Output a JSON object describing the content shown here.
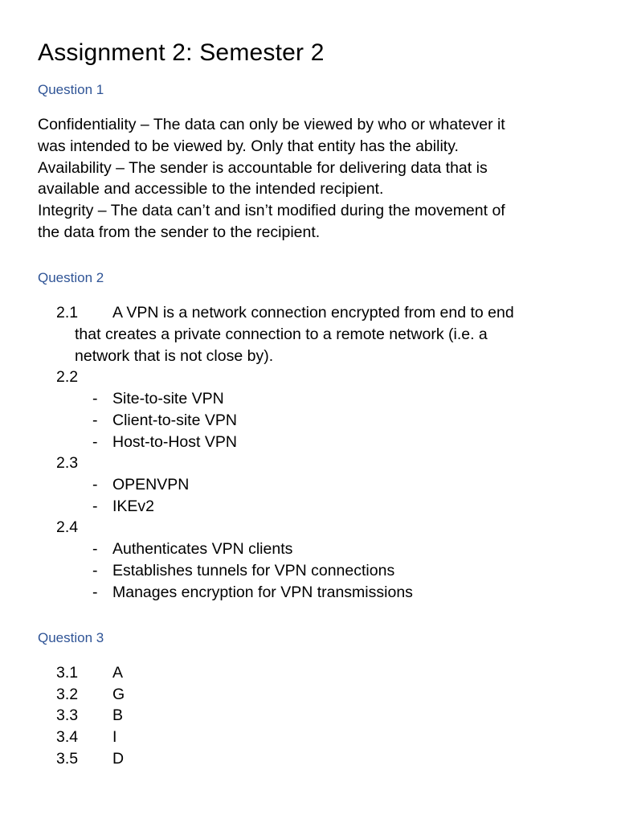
{
  "document": {
    "title": "Assignment 2: Semester 2"
  },
  "q1": {
    "heading": "Question 1",
    "lines": [
      "Confidentiality – The data can only be viewed by who or whatever it",
      "was intended to be viewed by. Only that entity has the ability.",
      "Availability – The sender is accountable for delivering data that is",
      "available and accessible to the intended recipient.",
      "Integrity – The data can’t and isn’t modified during the movement of",
      "the data from the sender to the recipient."
    ]
  },
  "q2": {
    "heading": "Question 2",
    "items": [
      {
        "number": "2.1",
        "first_line": "A VPN is a network connection encrypted from end to end",
        "continuation": [
          "that creates a private connection to a remote network (i.e. a",
          "network that is not close by)."
        ]
      },
      {
        "number": "2.2",
        "bullets": [
          "Site-to-site VPN",
          "Client-to-site VPN",
          "Host-to-Host VPN"
        ]
      },
      {
        "number": "2.3",
        "bullets": [
          "OPENVPN",
          "IKEv2"
        ]
      },
      {
        "number": "2.4",
        "bullets": [
          "Authenticates VPN clients",
          "Establishes tunnels for VPN connections",
          "Manages encryption for VPN transmissions"
        ]
      }
    ],
    "dash": "-"
  },
  "q3": {
    "heading": "Question 3",
    "answers": [
      {
        "number": "3.1",
        "value": "A"
      },
      {
        "number": "3.2",
        "value": "G"
      },
      {
        "number": "3.3",
        "value": "B"
      },
      {
        "number": "3.4",
        "value": "I"
      },
      {
        "number": "3.5",
        "value": "D"
      }
    ]
  }
}
